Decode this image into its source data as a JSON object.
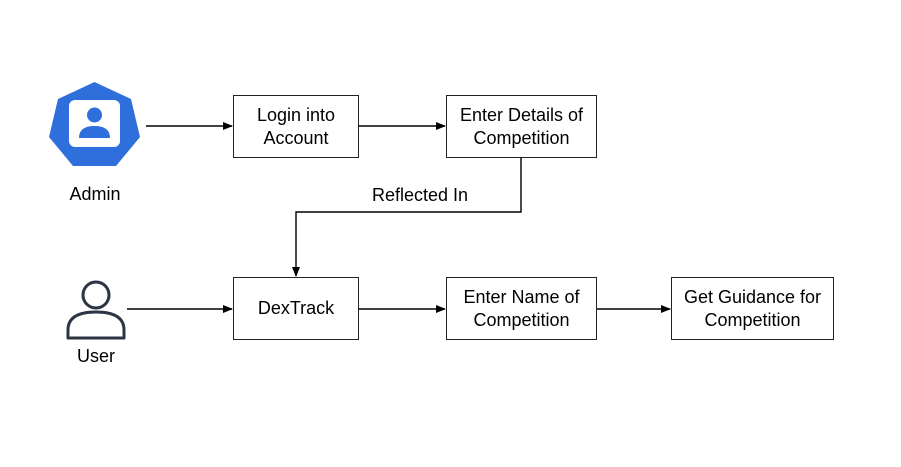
{
  "colors": {
    "admin_icon": "#2f6fdc",
    "line": "#000000"
  },
  "actors": {
    "admin": {
      "label": "Admin",
      "icon": "admin-user-icon"
    },
    "user": {
      "label": "User",
      "icon": "user-outline-icon"
    }
  },
  "nodes": {
    "login": "Login into\nAccount",
    "enter_details": "Enter Details of\nCompetition",
    "dextrack": "DexTrack",
    "enter_name": "Enter Name of\nCompetition",
    "guidance": "Get Guidance for\nCompetition"
  },
  "edge_labels": {
    "reflected_in": "Reflected In"
  }
}
